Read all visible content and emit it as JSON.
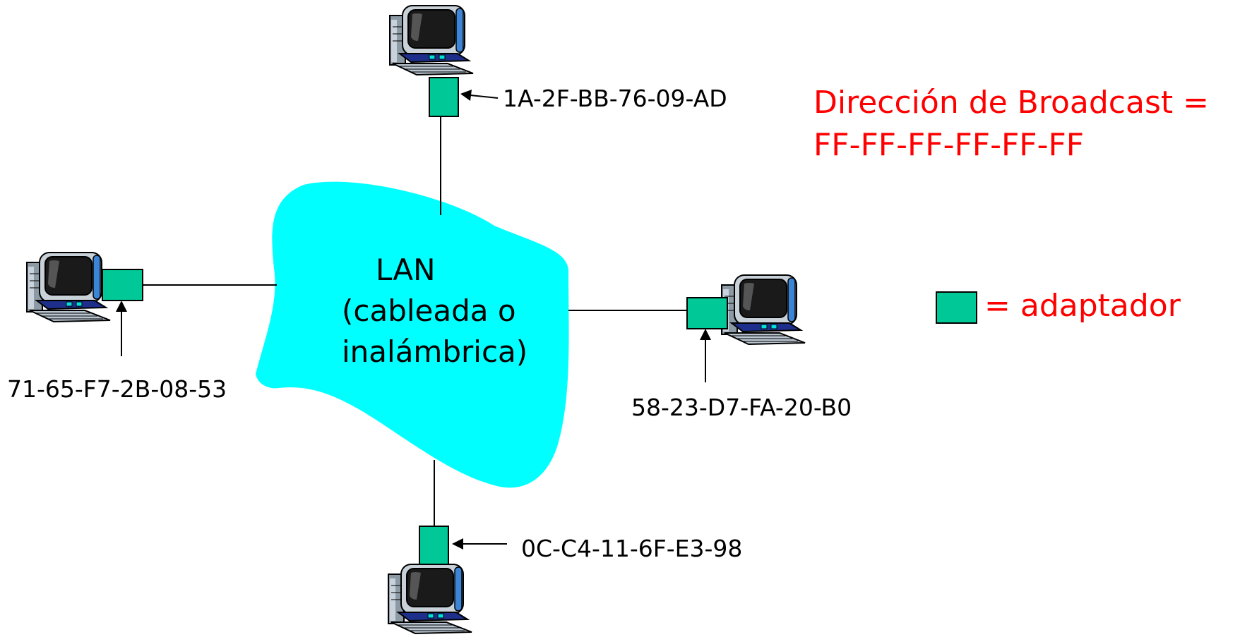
{
  "lan": {
    "line1": "LAN",
    "line2": "(cableada o",
    "line3": " inalámbrica)"
  },
  "hosts": {
    "top": {
      "mac": "1A-2F-BB-76-09-AD",
      "icon": "computer-icon"
    },
    "left": {
      "mac": "71-65-F7-2B-08-53",
      "icon": "computer-icon"
    },
    "right": {
      "mac": "58-23-D7-FA-20-B0",
      "icon": "computer-icon"
    },
    "bottom": {
      "mac": "0C-C4-11-6F-E3-98",
      "icon": "computer-icon"
    }
  },
  "broadcast": {
    "line1": "Dirección de Broadcast =",
    "line2": "FF-FF-FF-FF-FF-FF"
  },
  "legend": {
    "label": "= adaptador"
  },
  "colors": {
    "cloud": "#00ffff",
    "adapter": "#00c896",
    "annotation": "#ff0000"
  }
}
